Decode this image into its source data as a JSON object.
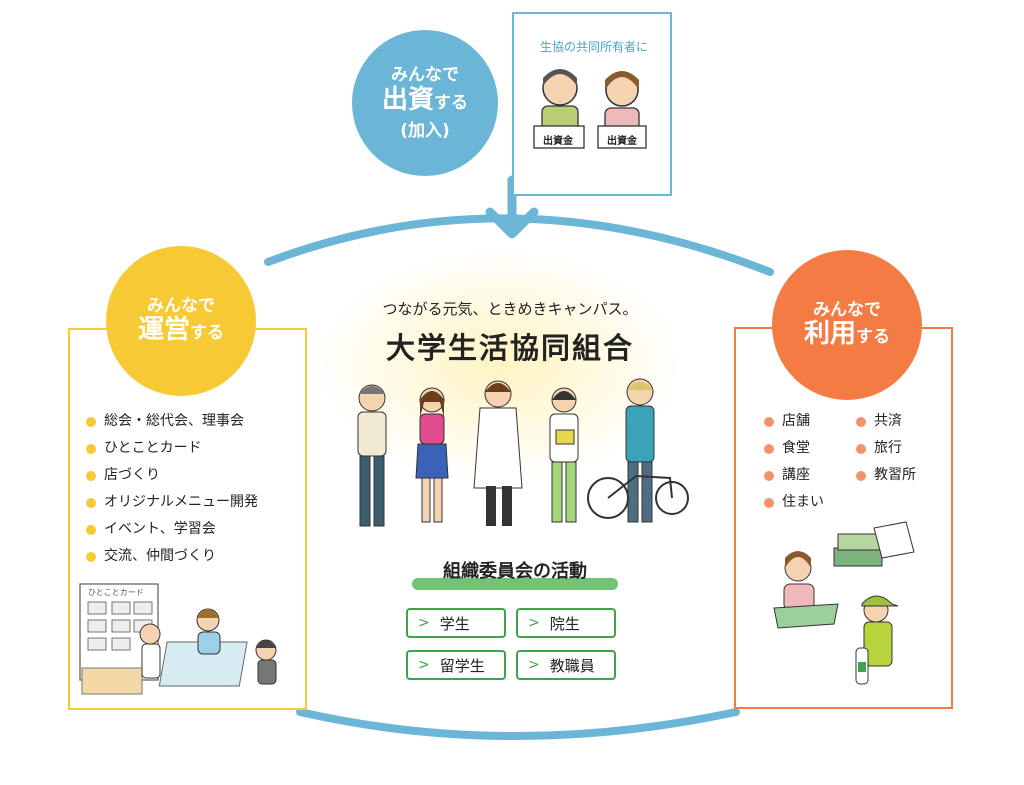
{
  "top": {
    "circle_line1": "みんなで",
    "circle_line2": "出資",
    "circle_suffix": "する",
    "circle_line3": "(加入)",
    "caption": "生協の共同所有者に",
    "sign_label": "出資金"
  },
  "left": {
    "circle_line1": "みんなで",
    "circle_line2": "運営",
    "circle_suffix": "する",
    "items": [
      "総会・総代会、理事会",
      "ひとことカード",
      "店づくり",
      "オリジナルメニュー開発",
      "イベント、学習会",
      "交流、仲間づくり"
    ],
    "board_label": "ひとことカード"
  },
  "right": {
    "circle_line1": "みんなで",
    "circle_line2": "利用",
    "circle_suffix": "する",
    "items_col1": [
      "店舗",
      "食堂",
      "講座",
      "住まい"
    ],
    "items_col2": [
      "共済",
      "旅行",
      "教習所"
    ]
  },
  "center": {
    "tagline": "つながる元気、ときめきキャンパス。",
    "title": "大学生活協同組合",
    "activity_heading": "組織委員会の活動",
    "buttons": [
      "学生",
      "院生",
      "留学生",
      "教職員"
    ]
  },
  "colors": {
    "blue": "#6bb6d6",
    "yellow": "#f7c934",
    "orange": "#f47b43",
    "green": "#3fa34d"
  }
}
